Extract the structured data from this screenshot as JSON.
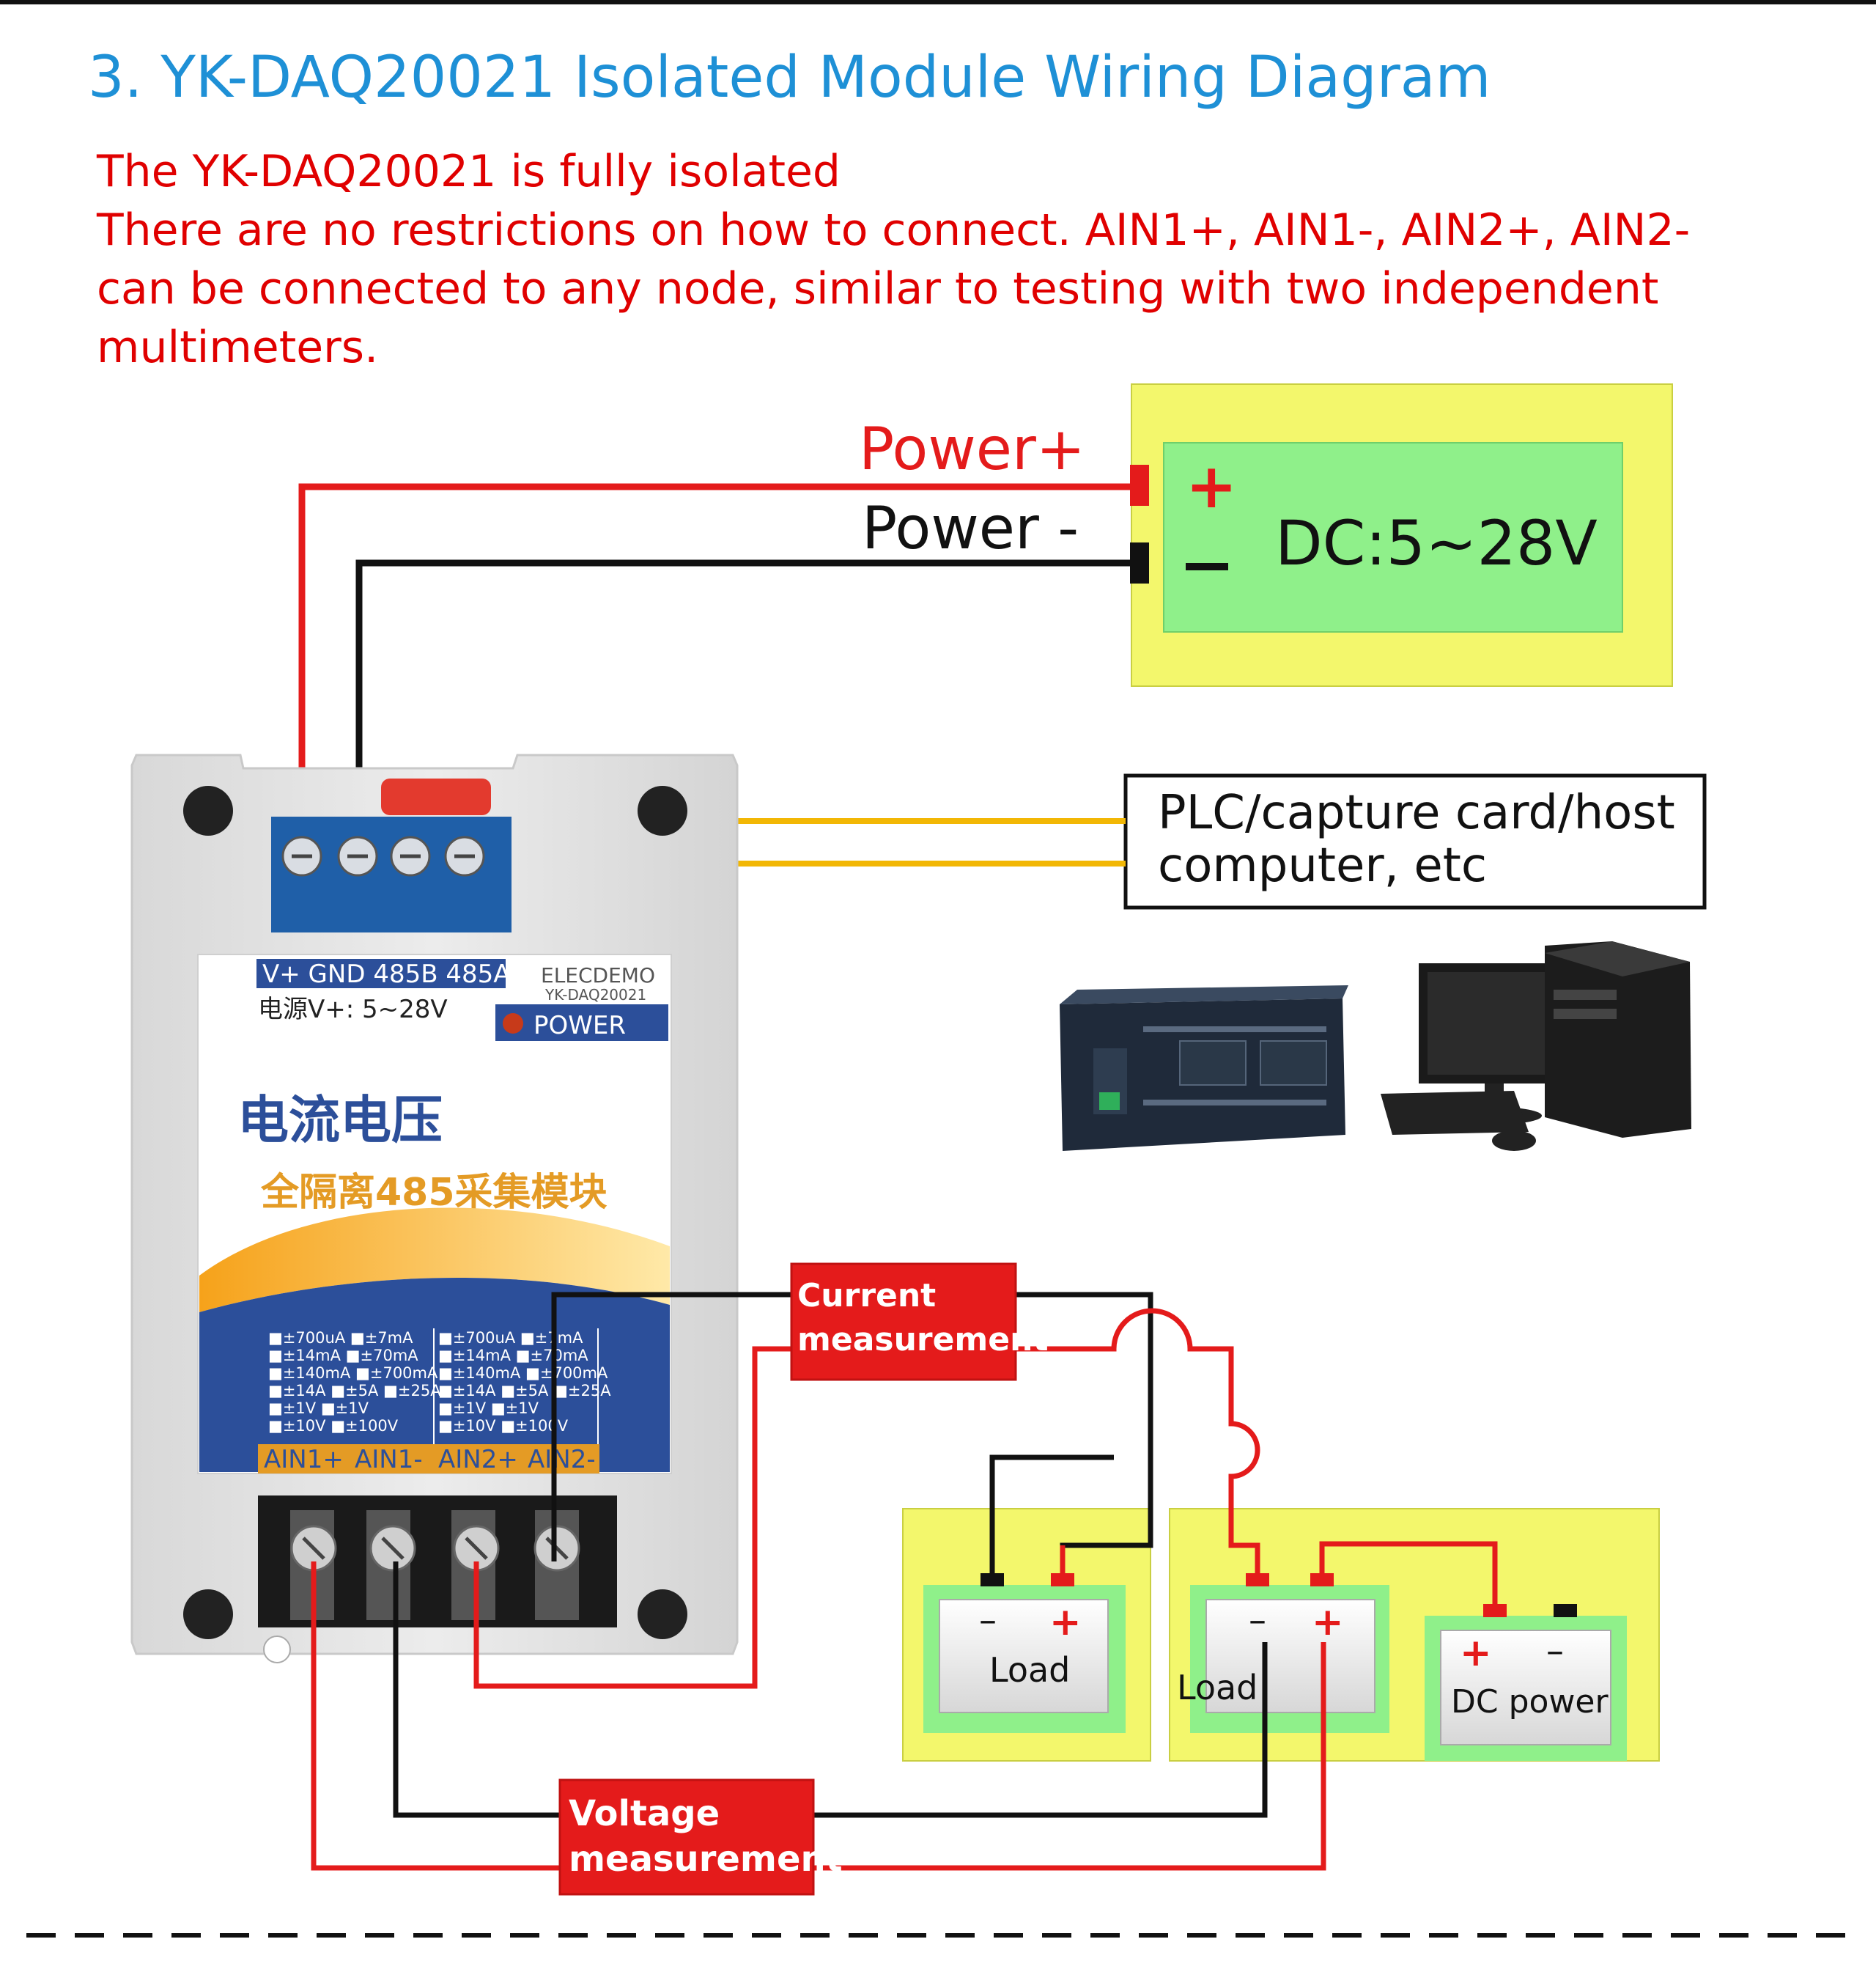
{
  "title": "3. YK-DAQ20021 Isolated Module Wiring Diagram",
  "intro": {
    "line1": "The YK-DAQ20021 is fully isolated",
    "line2": "There are no restrictions on how to connect. AIN1+, AIN1-, AIN2+, AIN2-",
    "line3": "can be connected to any node, similar to testing with two independent",
    "line4": "multimeters."
  },
  "power_supply": {
    "plus_wire_label": "Power+",
    "minus_wire_label": "Power -",
    "plus_sign": "+",
    "minus_sign": "–",
    "label": "DC:5~28V"
  },
  "host": {
    "line1": "PLC/capture card/host",
    "line2": "computer, etc"
  },
  "module": {
    "top_terminals": "V+ GND 485B 485A",
    "brand": "ELECDEMO",
    "model": "YK-DAQ20021",
    "supply_cn": "电源V+: 5~28V",
    "power_led": "POWER",
    "name_cn": "电流电压",
    "subtitle_cn": "全隔离485采集模块",
    "ranges_left": [
      "■±700uA ■±7mA",
      "■±14mA ■±70mA",
      "■±140mA ■±700mA",
      "■±14A ■±5A ■±25A",
      "■±1V ■±1V",
      "■±10V ■±100V"
    ],
    "ranges_right": [
      "■±700uA ■±7mA",
      "■±14mA ■±70mA",
      "■±140mA ■±700mA",
      "■±14A ■±5A ■±25A",
      "■±1V ■±1V",
      "■±10V ■±100V"
    ],
    "bottom_terminals": [
      "AIN1+",
      "AIN1-",
      "AIN2+",
      "AIN2-"
    ]
  },
  "current_box": {
    "line1": "Current",
    "line2": "measurement"
  },
  "voltage_box": {
    "line1": "Voltage",
    "line2": "measurement"
  },
  "load1": {
    "minus": "–",
    "plus": "+",
    "label": "Load"
  },
  "load2": {
    "minus": "–",
    "plus": "+",
    "label": "Load"
  },
  "dc_power": {
    "plus": "+",
    "minus": "–",
    "label": "DC power"
  },
  "colors": {
    "title_blue": "#1e90d6",
    "intro_red": "#e00000",
    "wire_red": "#e41b1b",
    "wire_black": "#111111",
    "wire_yellow": "#f2b705",
    "panel_yellow": "#f3f76c",
    "panel_green": "#8ff08a",
    "module_body": "#e4e4e4",
    "terminal_blue": "#1f5fa8",
    "label_blue": "#2c4f9a"
  },
  "icons": [
    "plc-icon",
    "desktop-computer-icon",
    "screw-terminal-icon"
  ]
}
